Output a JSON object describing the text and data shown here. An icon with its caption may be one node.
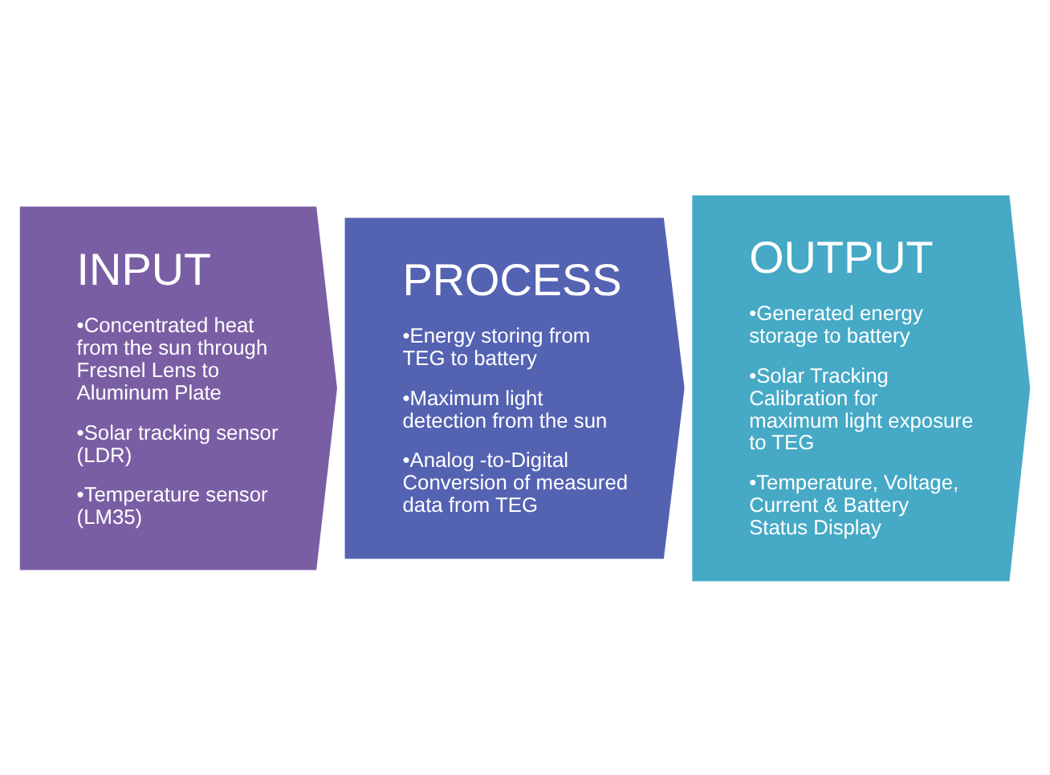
{
  "diagram": {
    "nodes": [
      {
        "text": [
          "INPUT",
          "•Concentrated heat from the sun through Fresnel Lens to Aluminum Plate",
          "•Solar tracking sensor (LDR)",
          "•Temperature sensor (LM35)"
        ]
      },
      {
        "text": [
          "PROCESS",
          "•Energy storing from TEG to battery",
          "•Maximum light detection from the sun",
          "•Analog -to-Digital Conversion of measured data from TEG"
        ]
      },
      {
        "text": [
          "OUTPUT",
          "•Generated energy storage to battery",
          "•Solar Tracking Calibration for maximum light exposure to TEG",
          "•Temperature, Voltage, Current & Battery Status Display"
        ]
      }
    ]
  }
}
